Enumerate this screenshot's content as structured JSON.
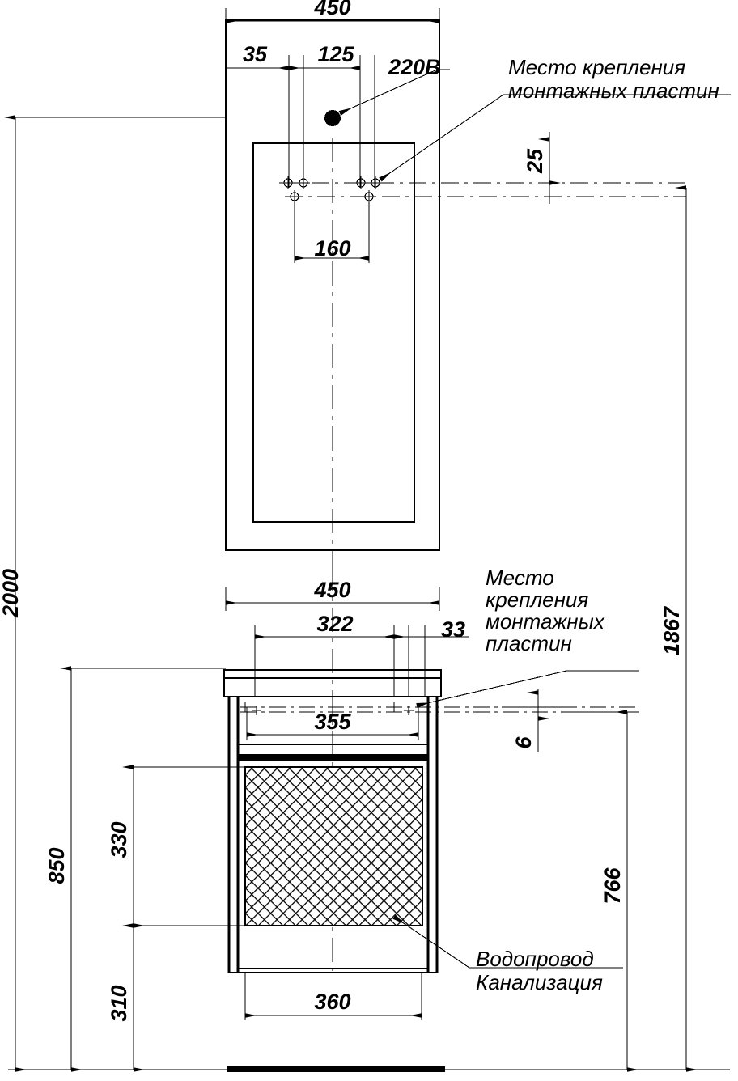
{
  "drawing": {
    "title": "Installation drawing - mirror cabinet and washbasin unit",
    "line_color": "#000000",
    "background": "#ffffff",
    "hatch_color": "#000000"
  },
  "dimensions": {
    "mirror_width": "450",
    "offset_left_35": "35",
    "offset_125": "125",
    "power_label": "220В",
    "hole_spacing_160": "160",
    "top_offset_25": "25",
    "total_height_2000": "2000",
    "height_1867": "1867",
    "cabinet_width_450": "450",
    "inner_322": "322",
    "edge_33": "33",
    "plate_span_355": "355",
    "thickness_6": "6",
    "height_330": "330",
    "height_310": "310",
    "height_850": "850",
    "height_766": "766",
    "base_width_360": "360"
  },
  "notes": {
    "mount_top_line1": "Место крепления",
    "mount_top_line2": "монтажных пластин",
    "mount_bottom_line1": "Место",
    "mount_bottom_line2": "крепления",
    "mount_bottom_line3": "монтажных",
    "mount_bottom_line4": "пластин",
    "plumbing_line1": "Водопровод",
    "plumbing_line2": "Канализация"
  }
}
